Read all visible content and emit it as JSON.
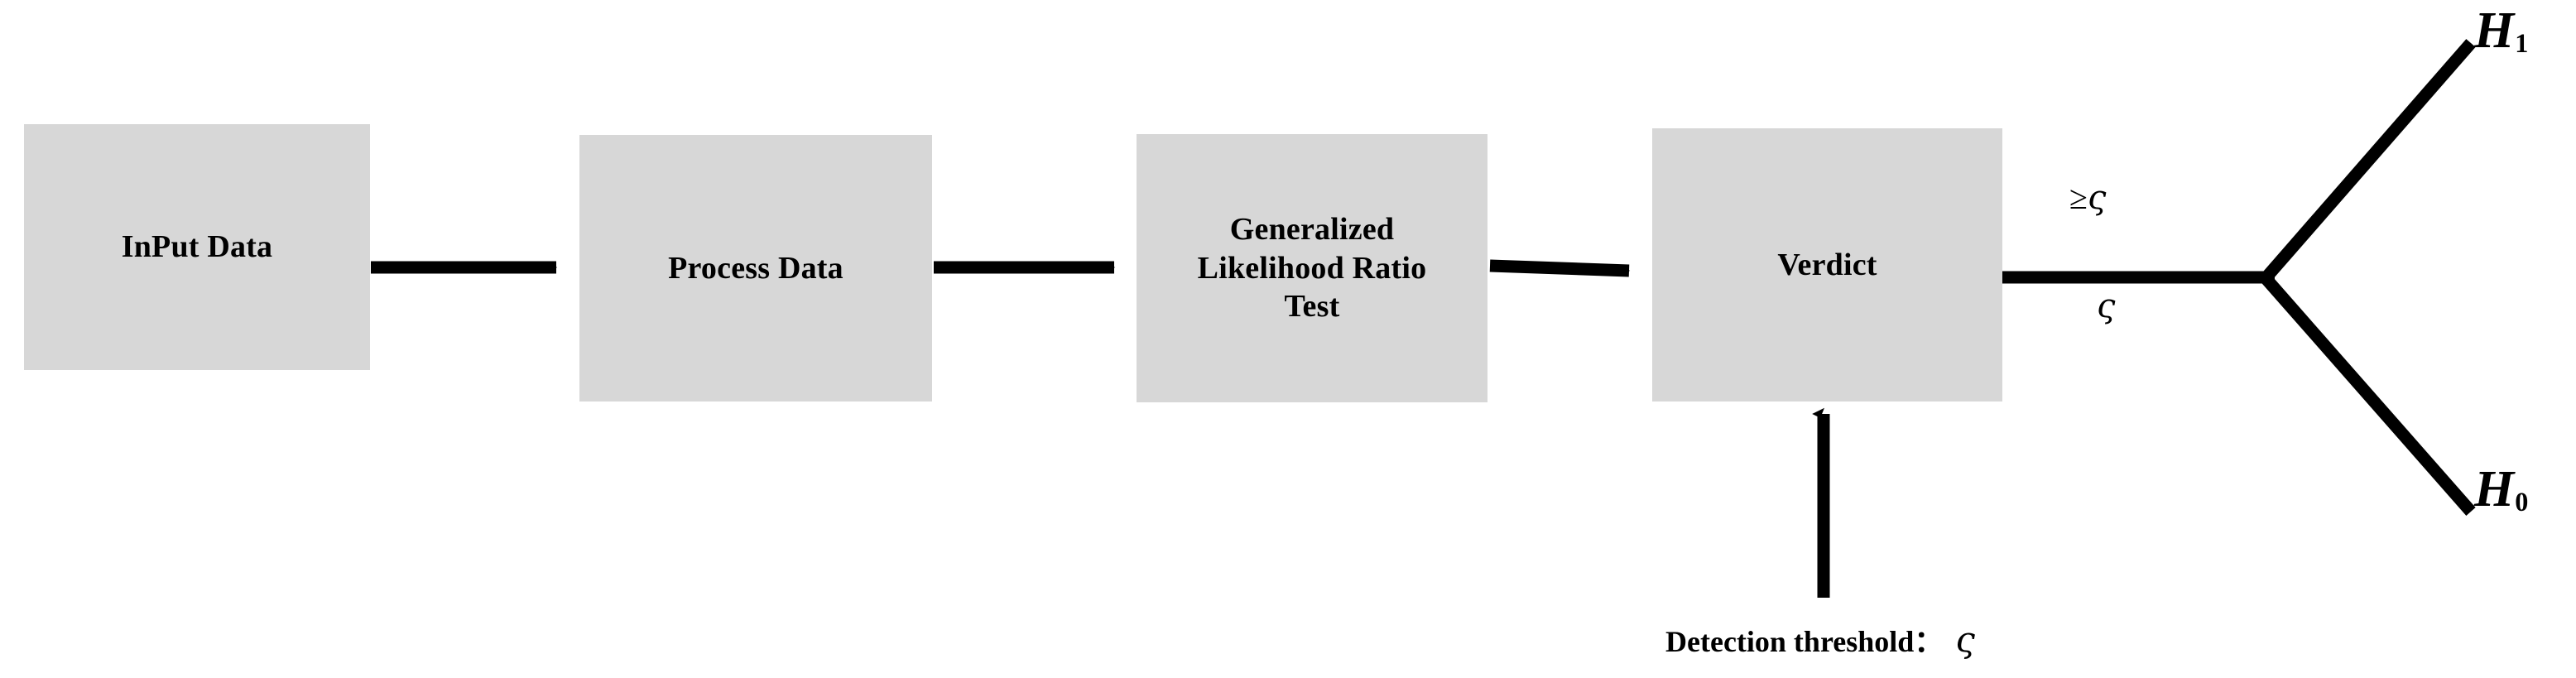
{
  "diagram": {
    "title": "Generalized Likelihood Ratio Test detection flow",
    "background_color": "#ffffff",
    "box_fill_color": "#d7d7d7",
    "line_color": "#000000",
    "boxes": [
      {
        "id": "input-data",
        "label": "InPut Data"
      },
      {
        "id": "process-data",
        "label": "Process Data"
      },
      {
        "id": "glrt",
        "label": "Generalized\nLikelihood Ratio\nTest"
      },
      {
        "id": "verdict",
        "label": "Verdict"
      }
    ],
    "branch_labels": {
      "upper_prefix": "≥",
      "upper_symbol": "ς",
      "lower_symbol": "ς"
    },
    "hypotheses": [
      {
        "id": "h1",
        "base": "H",
        "sub": "1"
      },
      {
        "id": "h0",
        "base": "H",
        "sub": "0"
      }
    ],
    "threshold": {
      "text": "Detection threshold：",
      "symbol": "ς"
    }
  }
}
